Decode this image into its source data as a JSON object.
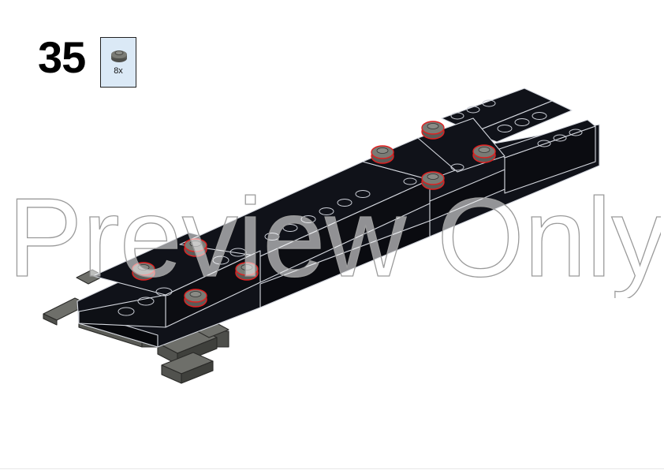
{
  "instruction": {
    "step_number": "35",
    "parts_callout": {
      "quantity": "8x",
      "part_icon": "round-plate-1x1-icon",
      "part_color": "#6b6b66"
    }
  },
  "watermark": {
    "text": "Preview Only"
  },
  "colors": {
    "brick_black": "#101219",
    "brick_edge": "#d6d9e0",
    "grey_plate": "#6e6f6a",
    "highlight_red": "#e02020",
    "callout_bg": "#dbe9f6"
  }
}
